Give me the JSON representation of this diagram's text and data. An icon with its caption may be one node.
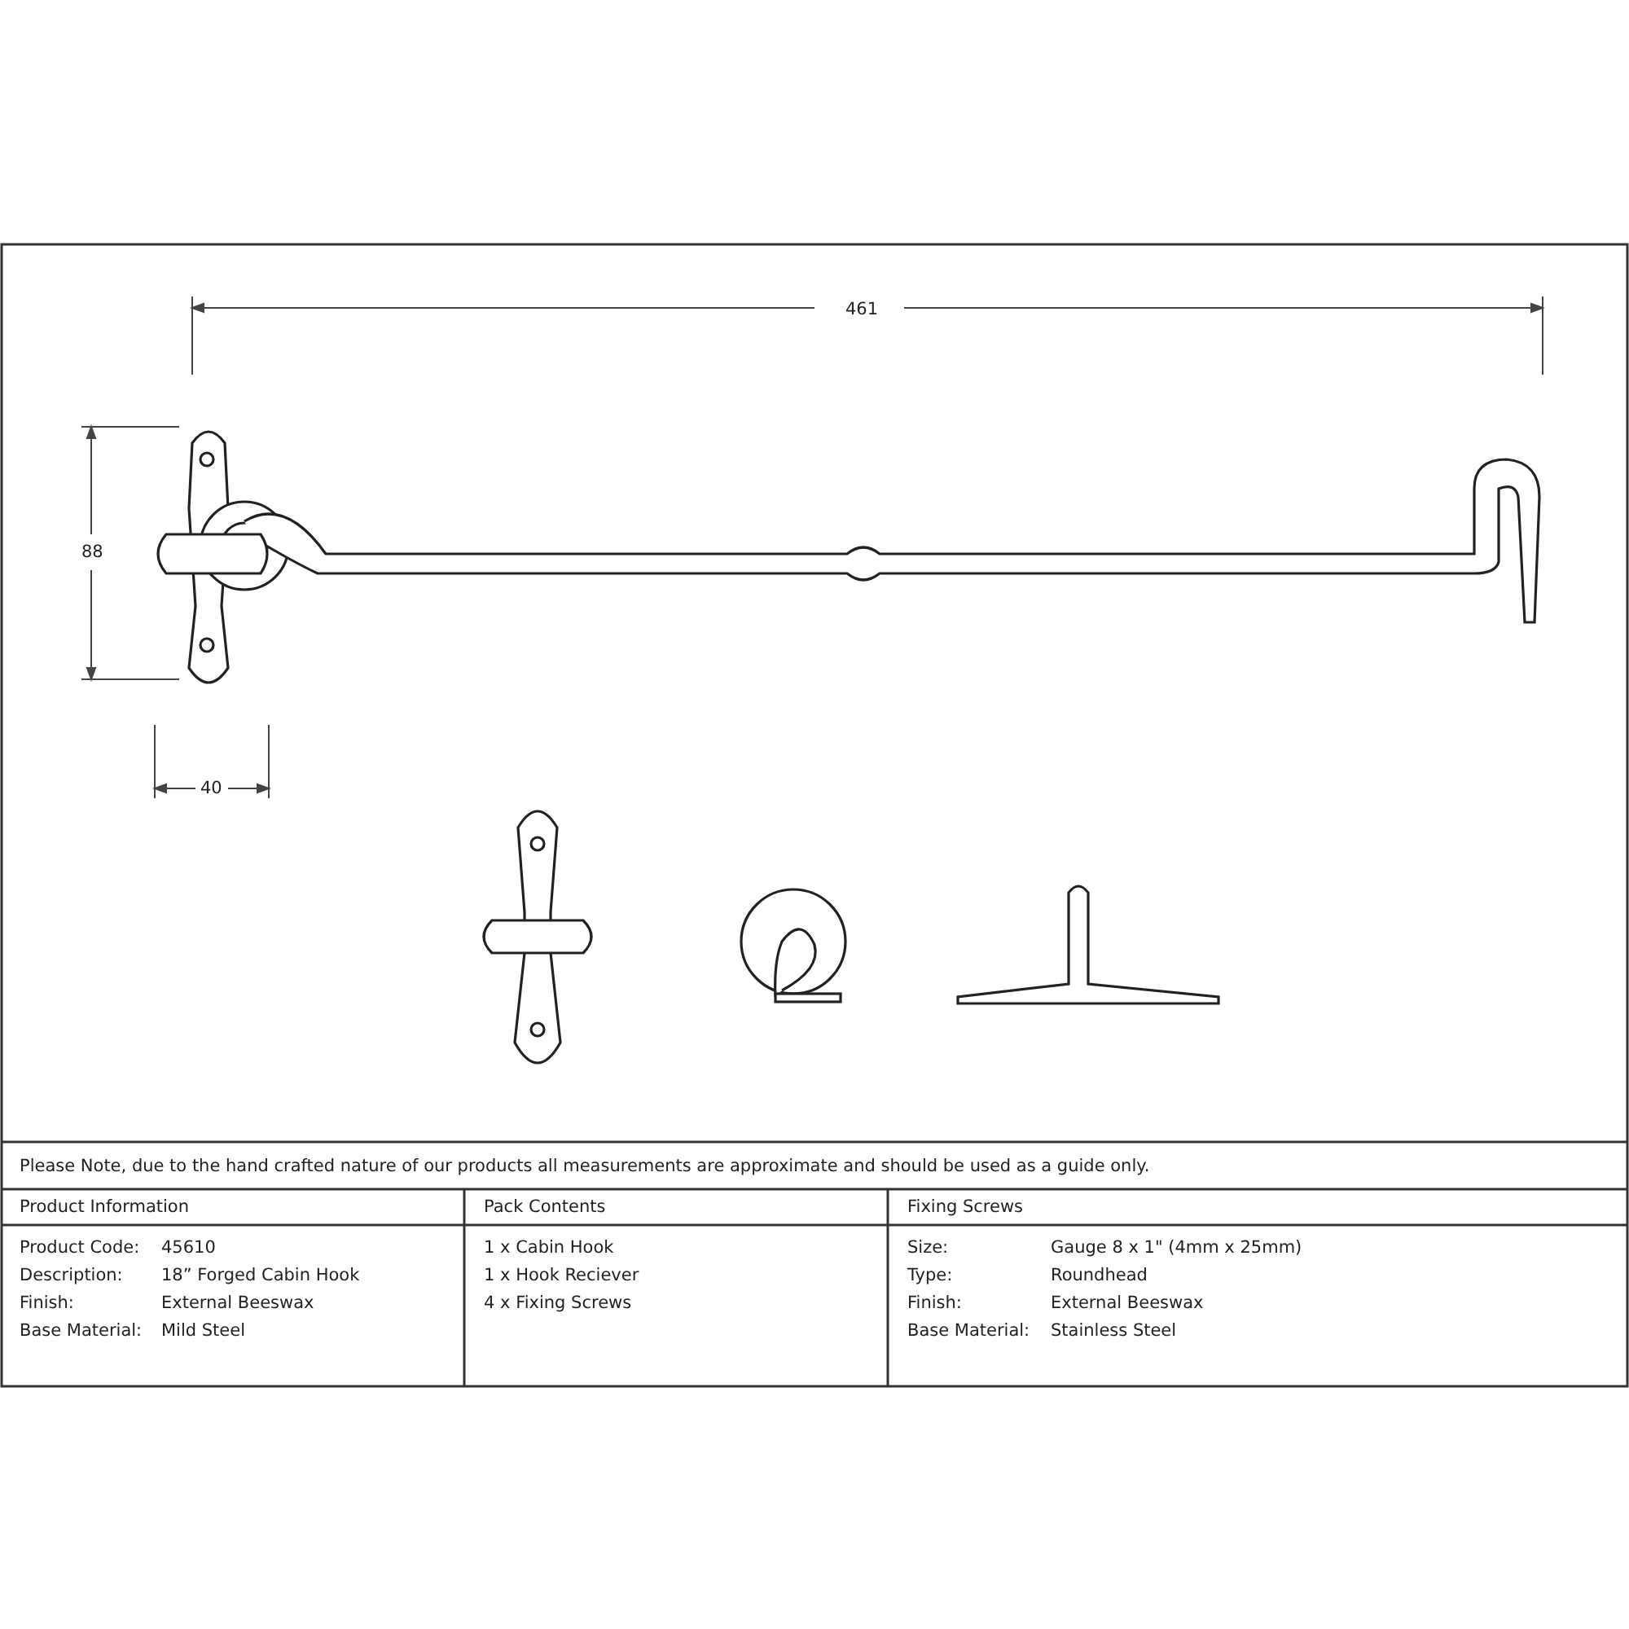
{
  "diagram": {
    "labels": [
      "461",
      "88",
      "40",
      "Please Note, due to the hand crafted nature of our products all measurements are approximate and should be used as a guide only.",
      "Product Information",
      "Pack Contents",
      "Fixing Screws",
      "Product Code:",
      "45610",
      "1 x Cabin Hook",
      "Size:",
      "Gauge 8 x 1\" (4mm x 25mm)",
      "Description:",
      "18” Forged Cabin Hook",
      "1 x Hook Reciever",
      "Type:",
      "Roundhead",
      "Finish:",
      "External Beeswax",
      "4 x Fixing Screws",
      "Finish:",
      "External Beeswax",
      "Base Material:",
      "Mild Steel",
      "Base Material:",
      "Stainless Steel"
    ]
  }
}
